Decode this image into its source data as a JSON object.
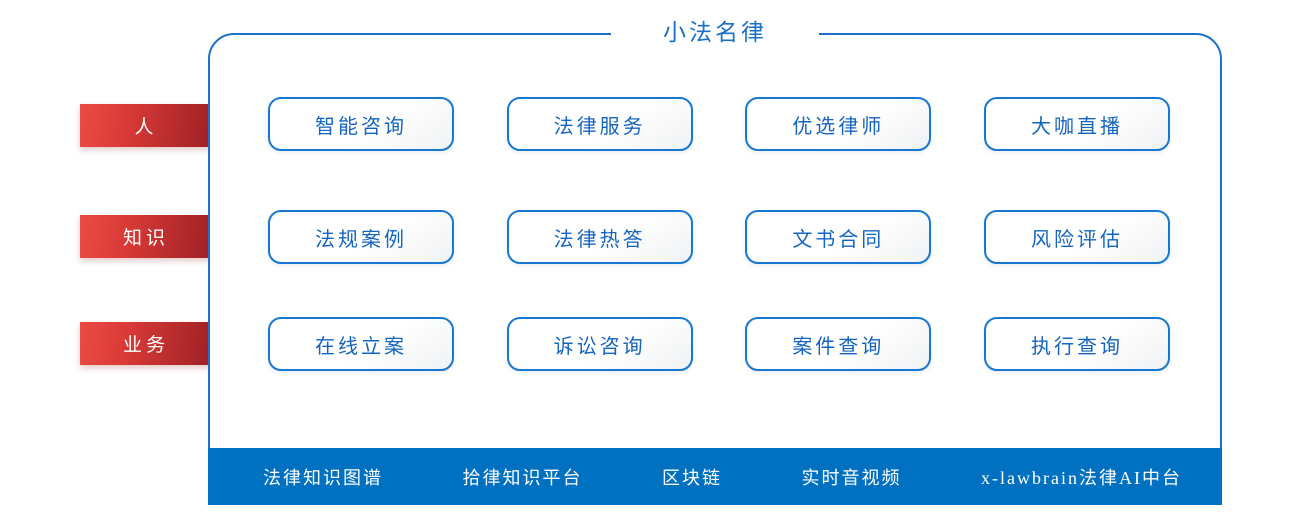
{
  "title": "小法名律",
  "colors": {
    "accent_blue": "#1B70C8",
    "button_border_blue": "#1778D2",
    "button_text_blue": "#1565C0",
    "footer_bar_blue": "#0070C0",
    "ribbon_red_start": "#EA4C44",
    "ribbon_red_end": "#9E2124"
  },
  "rows": [
    {
      "category": "人",
      "items": [
        {
          "label": "智能咨询"
        },
        {
          "label": "法律服务"
        },
        {
          "label": "优选律师"
        },
        {
          "label": "大咖直播"
        }
      ]
    },
    {
      "category": "知识",
      "items": [
        {
          "label": "法规案例"
        },
        {
          "label": "法律热答"
        },
        {
          "label": "文书合同"
        },
        {
          "label": "风险评估"
        }
      ]
    },
    {
      "category": "业务",
      "items": [
        {
          "label": "在线立案"
        },
        {
          "label": "诉讼咨询"
        },
        {
          "label": "案件查询"
        },
        {
          "label": "执行查询"
        }
      ]
    }
  ],
  "footer": {
    "items": [
      {
        "label": "法律知识图谱"
      },
      {
        "label": "拾律知识平台"
      },
      {
        "label": "区块链"
      },
      {
        "label": "实时音视频"
      },
      {
        "label": "x-lawbrain法律AI中台"
      }
    ]
  }
}
